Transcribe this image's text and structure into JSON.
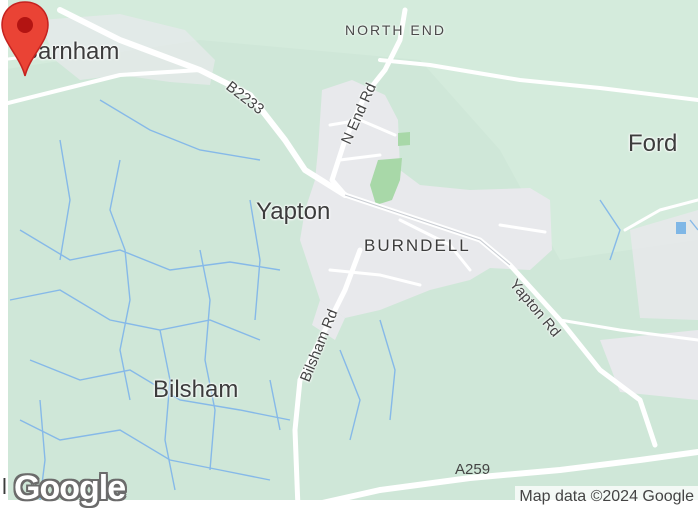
{
  "map": {
    "places": {
      "barnham": "Barnham",
      "ford": "Ford",
      "yapton": "Yapton",
      "bilsham": "Bilsham",
      "north_end": "NORTH END",
      "burndell": "BURNDELL"
    },
    "roads": {
      "b2233": "B2233",
      "n_end_rd": "N End Rd",
      "yapton_rd": "Yapton Rd",
      "bilsham_rd": "Bilsham Rd",
      "a259": "A259"
    },
    "attribution": "Map data ©2024 Google",
    "logo": "Google",
    "logo_prefix": "l",
    "marker_icon": "location-pin-icon",
    "colors": {
      "land": "#cde6d6",
      "urban": "#e8e9ec",
      "park": "#a8d8a8",
      "water": "#7fb7e6",
      "road": "#ffffff",
      "marker": "#ea4335",
      "marker_dot": "#b31412"
    }
  }
}
